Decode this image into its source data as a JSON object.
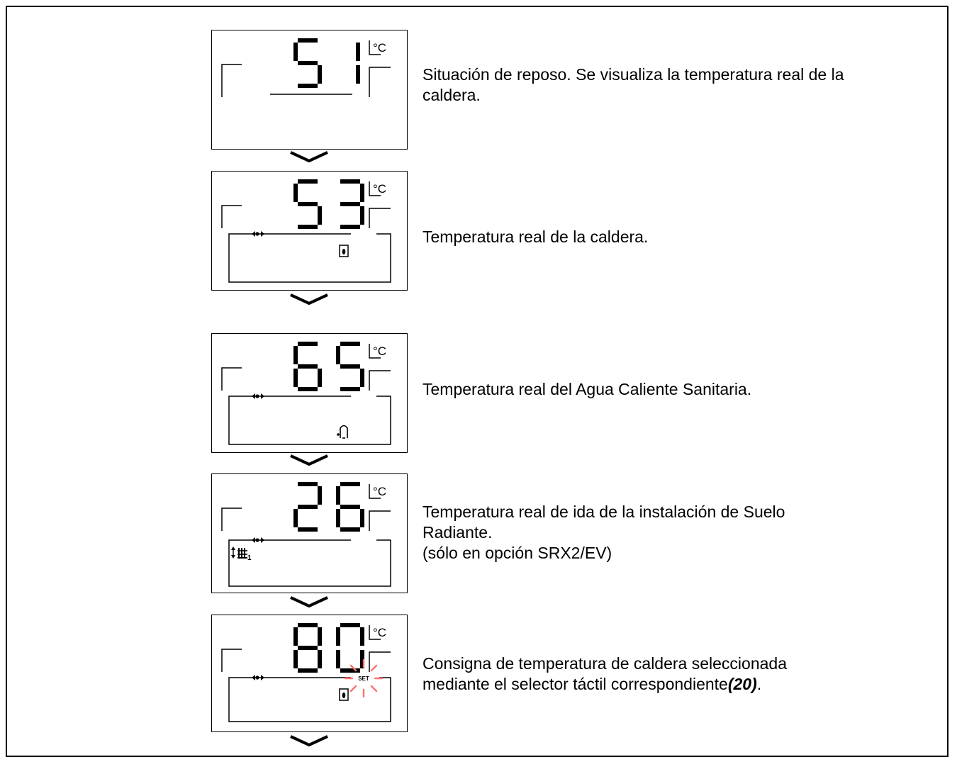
{
  "steps": [
    {
      "digits": "51",
      "unit": "°C",
      "icon": "",
      "set": "",
      "text": "Situación de reposo. Se visualiza la temperatura real de la caldera."
    },
    {
      "digits": "53",
      "unit": "°C",
      "icon": "flame-icon",
      "set": "",
      "text": "Temperatura real de la caldera."
    },
    {
      "digits": "65",
      "unit": "°C",
      "icon": "tap-icon",
      "set": "",
      "text": "Temperatura real del Agua Caliente Sanitaria."
    },
    {
      "digits": "26",
      "unit": "°C",
      "icon": "radiator-circuit-icon",
      "circuit": "1",
      "set": "",
      "lines": [
        "Temperatura real de ida de la instalación de Suelo",
        "Radiante.",
        "(sólo en opción SRX2/EV)"
      ]
    },
    {
      "digits": "80",
      "unit": "°C",
      "icon": "flame-icon",
      "set": "SET",
      "lines": [
        "Consigna de temperatura de caldera seleccionada",
        "mediante el selector táctil correspondiente"
      ],
      "ref": "(20)",
      "ref_tail": "."
    }
  ]
}
